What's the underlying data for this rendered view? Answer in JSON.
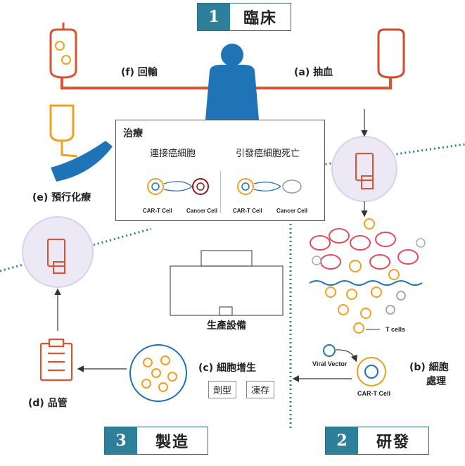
{
  "stages": [
    {
      "num": "1",
      "label": "臨床"
    },
    {
      "num": "2",
      "label": "研發"
    },
    {
      "num": "3",
      "label": "製造"
    }
  ],
  "steps": {
    "a": "(a) 抽血",
    "b": "(b) 細胞\n處理",
    "b_line1": "(b) 細胞",
    "b_line2": "處理",
    "c": "(c) 細胞增生",
    "d": "(d) 品管",
    "e": "(e) 預行化療",
    "f": "(f) 回輸"
  },
  "treatment": {
    "title": "治療",
    "left_caption": "連接癌細胞",
    "right_caption": "引發癌細胞死亡",
    "car_t_label": "CAR-T Cell",
    "cancer_label": "Cancer Cell"
  },
  "factory_label": "生產設備",
  "t_cells_label": "T cells",
  "viral_vector_label": "Viral Vector",
  "car_t_cell_label": "CAR-T Cell",
  "options": [
    "劑型",
    "凍存"
  ],
  "colors": {
    "accent": "#2e7f9a",
    "line": "#e0512f",
    "body": "#1f73b7",
    "orange": "#f0a020"
  }
}
